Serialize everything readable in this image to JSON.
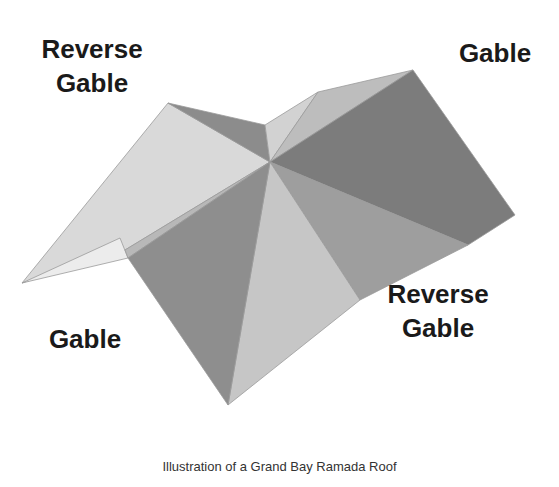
{
  "diagram": {
    "caption": "Illustration of a Grand Bay Ramada Roof",
    "labels": [
      "Reverse Gable",
      "Gable",
      "Reverse Gable",
      "Gable"
    ]
  }
}
